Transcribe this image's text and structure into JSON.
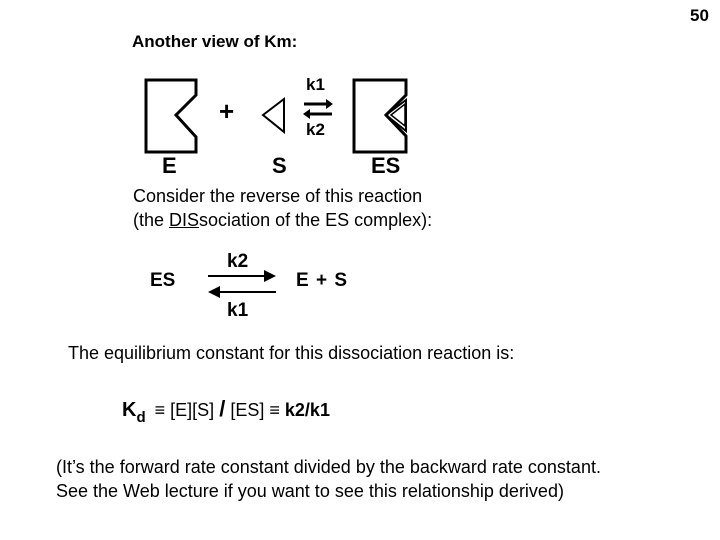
{
  "slide": {
    "page_number": "50",
    "title": "Another view of Km:",
    "diagram": {
      "plus": "+",
      "k1": "k1",
      "k2": "k2",
      "label_e": "E",
      "label_s": "S",
      "label_es": "ES"
    },
    "reverse_line1": "Consider the reverse of this reaction",
    "reverse_line2_pre": "(the ",
    "reverse_line2_underlined": "DIS",
    "reverse_line2_post": "sociation of the ES complex):",
    "reaction": {
      "left": "ES",
      "right": "E + S",
      "k2": "k2",
      "k1": "k1"
    },
    "eq_intro": "The equilibrium constant for this dissociation reaction is:",
    "equation": {
      "k": "K",
      "sub": "d",
      "equiv1": "≡",
      "expr": "[E][S]",
      "slash": "/",
      "expr2": "[ES]",
      "equiv2": "≡",
      "result": "k2/k1"
    },
    "note_line1": "(It’s the forward rate constant divided by the backward rate constant.",
    "note_line2": "See the Web lecture if you want to see this relationship derived)"
  }
}
